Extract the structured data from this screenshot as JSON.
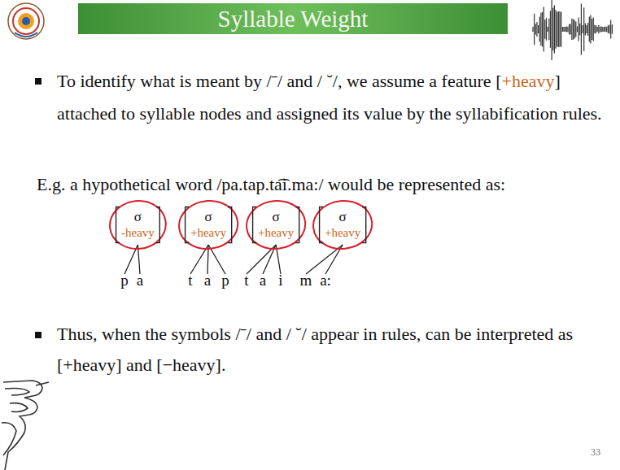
{
  "diagram": {
    "title": "Syllable Weight",
    "nodes": [
      {
        "text": [
          "σ",
          "-heavy"
        ]
      },
      {
        "text": [
          "σ",
          "+heavy"
        ]
      },
      {
        "text": [
          "σ",
          "+heavy"
        ]
      },
      {
        "text": [
          "σ",
          "+heavy"
        ]
      }
    ],
    "labels": [
      "To identify what is meant by /ˉ/ and / ˘/, we assume a feature [",
      "+heavy",
      "] attached to syllable nodes and assigned its value by the syllabification rules.",
      "E.g. a hypothetical word /pa.tap.ta͡i.ma:/ would be represented as:",
      "p",
      "a",
      "t",
      "a",
      "p",
      "t",
      "a",
      "i",
      "m",
      "a:",
      "Thus, when the symbols /ˉ/ and / ˘/ appear in rules, can be interpreted as [+heavy] and [−heavy].",
      "33"
    ]
  }
}
